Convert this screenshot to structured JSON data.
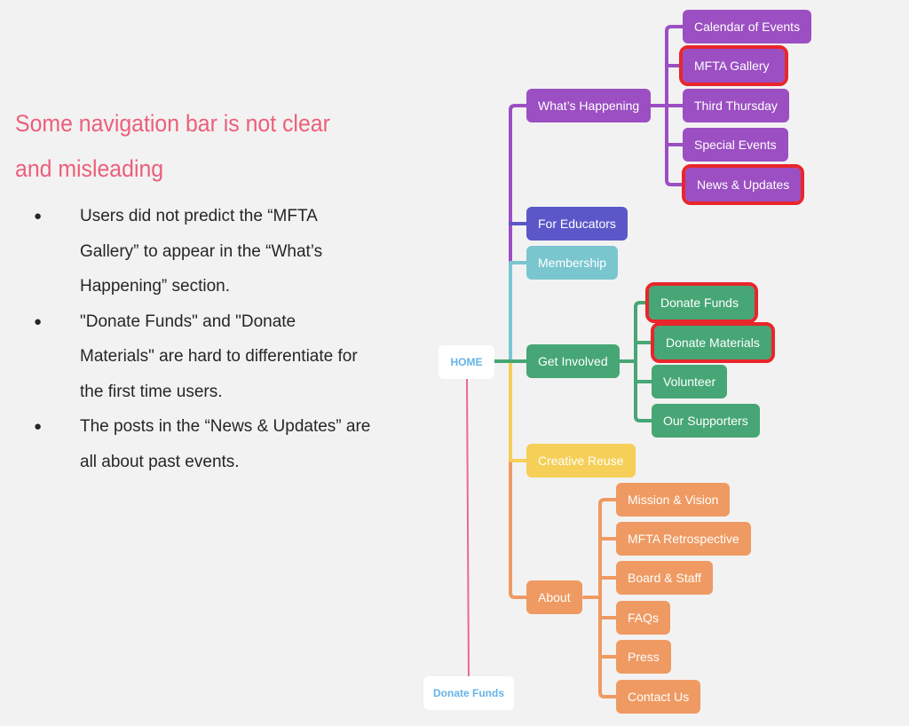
{
  "heading": {
    "title": "Some navigation bar is not clear and misleading"
  },
  "findings": [
    {
      "bullet": "●",
      "text": "Users did not predict the “MFTA Gallery” to appear in the “What’s Happening” section."
    },
    {
      "bullet": "●",
      "text": "\"Donate Funds\" and \"Donate Materials\" are hard to differentiate for the first time users."
    },
    {
      "bullet": "●",
      "text": "The posts in the “News & Updates” are all about past events."
    }
  ],
  "sitemap": {
    "root": "HOME",
    "footer_link": "Donate Funds",
    "highlight_color": "#e8262b",
    "sections": [
      {
        "label": "What’s Happening",
        "color": "#9b4fc2",
        "children": [
          "Calendar of Events",
          "MFTA Gallery",
          "Third Thursday",
          "Special Events",
          "News & Updates"
        ],
        "highlighted": [
          "MFTA Gallery",
          "News & Updates"
        ]
      },
      {
        "label": "For Educators",
        "color": "#5b57c9",
        "children": []
      },
      {
        "label": "Membership",
        "color": "#7ac6cf",
        "children": []
      },
      {
        "label": "Get Involved",
        "color": "#46a675",
        "children": [
          "Donate Funds",
          "Donate Materials",
          "Volunteer",
          "Our Supporters"
        ],
        "highlighted": [
          "Donate Funds",
          "Donate Materials"
        ]
      },
      {
        "label": "Creative Reuse",
        "color": "#f5cf57",
        "children": []
      },
      {
        "label": "About",
        "color": "#ef9a62",
        "children": [
          "Mission & Vision",
          "MFTA Retrospective",
          "Board & Staff",
          "FAQs",
          "Press",
          "Contact Us"
        ]
      }
    ]
  }
}
